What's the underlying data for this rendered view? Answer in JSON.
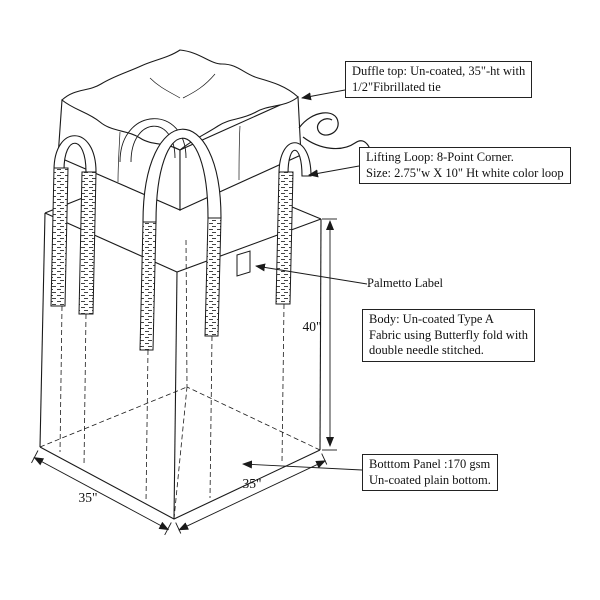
{
  "callouts": {
    "duffle": {
      "lines": [
        "Duffle top:  Un-coated, 35\"-ht with",
        "1/2\"Fibrillated tie"
      ]
    },
    "lifting_loop": {
      "lines": [
        "Lifting Loop:   8-Point Corner.",
        "Size: 2.75\"w X 10\" Ht white color loop"
      ]
    },
    "palmetto": {
      "label": "Palmetto Label"
    },
    "body": {
      "lines": [
        "Body:  Un-coated  Type A",
        "Fabric using  Butterfly fold with",
        "double needle stitched."
      ]
    },
    "bottom": {
      "lines": [
        "Botttom Panel :170 gsm",
        "Un-coated plain bottom."
      ]
    }
  },
  "dimensions": {
    "height": "40\"",
    "width_left": "35\"",
    "width_right": "35\""
  },
  "drawing": {
    "line_color": "#1a1a1a",
    "background": "#ffffff"
  }
}
